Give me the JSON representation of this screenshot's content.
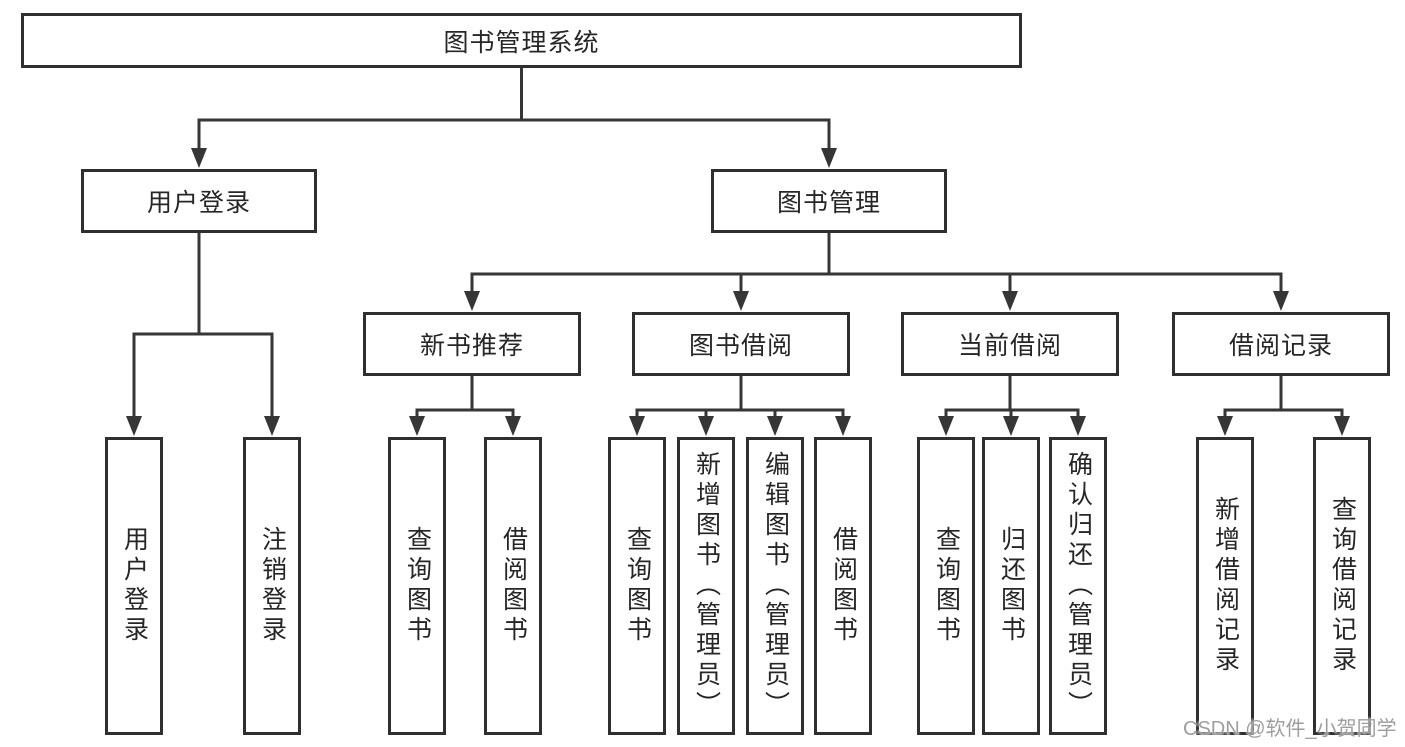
{
  "diagram": {
    "title": "图书管理系统",
    "type": "tree",
    "nodes": {
      "root": "图书管理系统",
      "userLogin": "用户登录",
      "bookManage": "图书管理",
      "newBookRec": "新书推荐",
      "bookBorrow": "图书借阅",
      "currentBorrow": "当前借阅",
      "borrowRecord": "借阅记录",
      "leafUserLogin": "用户登录",
      "leafLogout": "注销登录",
      "leafQueryBooksA": "查询图书",
      "leafBorrowBooksA": "借阅图书",
      "leafQueryBooksB": "查询图书",
      "leafAddBooks": "新增图书（管理员）",
      "leafEditBooks": "编辑图书（管理员）",
      "leafBorrowBooksB": "借阅图书",
      "leafQueryBooksC": "查询图书",
      "leafReturnBooks": "归还图书",
      "leafConfirmReturn": "确认归还（管理员）",
      "leafAddBorrowRec": "新增借阅记录",
      "leafQueryBorrowRec": "查询借阅记录"
    },
    "hierarchy": {
      "图书管理系统": {
        "用户登录": [
          "用户登录",
          "注销登录"
        ],
        "图书管理": {
          "新书推荐": [
            "查询图书",
            "借阅图书"
          ],
          "图书借阅": [
            "查询图书",
            "新增图书（管理员）",
            "编辑图书（管理员）",
            "借阅图书"
          ],
          "当前借阅": [
            "查询图书",
            "归还图书",
            "确认归还（管理员）"
          ],
          "借阅记录": [
            "新增借阅记录",
            "查询借阅记录"
          ]
        }
      }
    },
    "colors": {
      "line": "#363636",
      "box_border": "#2f2f2f",
      "text": "#262626",
      "background": "#ffffff",
      "watermark": "#9e9e9e"
    },
    "watermark": "CSDN @软件_小贺同学"
  }
}
